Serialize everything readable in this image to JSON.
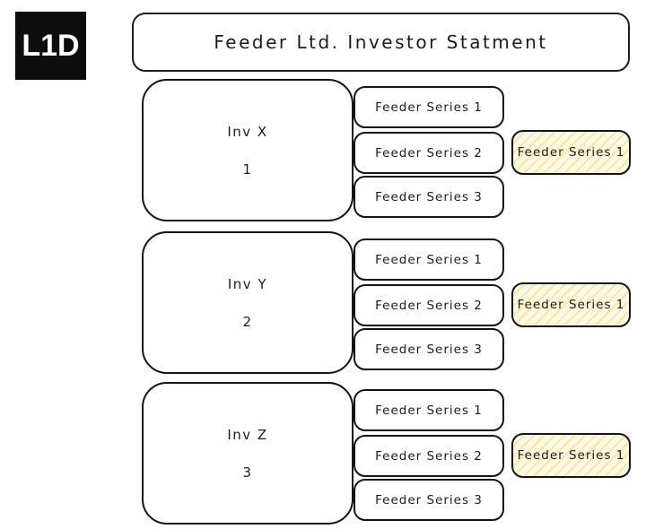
{
  "logo": {
    "text": "L1D"
  },
  "title": "Feeder Ltd. Investor Statment",
  "colors": {
    "stroke": "#141414",
    "logo_bg": "#0d0d0d",
    "highlight_bg": "#fcf8e3",
    "highlight_hatch": "#e2d456"
  },
  "groups": [
    {
      "name": "Inv X",
      "number": "1",
      "series": [
        "Feeder Series 1",
        "Feeder Series 2",
        "Feeder Series 3"
      ],
      "highlight": "Feeder Series 1"
    },
    {
      "name": "Inv Y",
      "number": "2",
      "series": [
        "Feeder Series 1",
        "Feeder Series 2",
        "Feeder Series 3"
      ],
      "highlight": "Feeder Series 1"
    },
    {
      "name": "Inv Z",
      "number": "3",
      "series": [
        "Feeder Series 1",
        "Feeder Series 2",
        "Feeder Series 3"
      ],
      "highlight": "Feeder Series 1"
    }
  ]
}
